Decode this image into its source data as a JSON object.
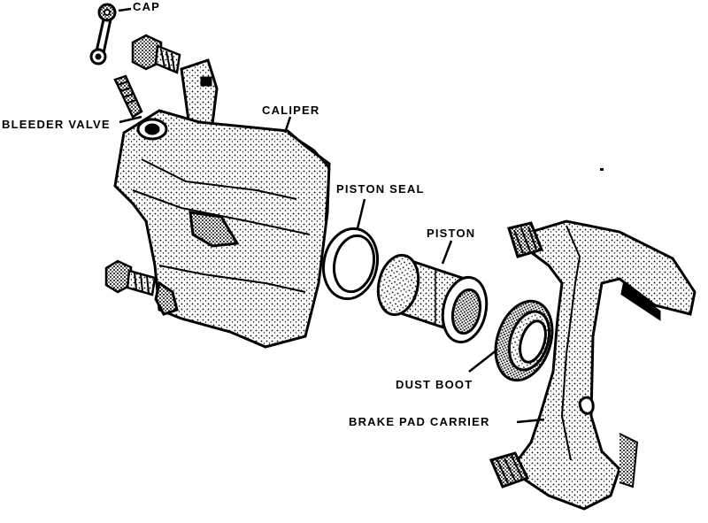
{
  "labels": {
    "cap": "CAP",
    "bleeder_valve": "BLEEDER VALVE",
    "caliper": "CALIPER",
    "piston_seal": "PISTON SEAL",
    "piston": "PISTON",
    "dust_boot": "DUST BOOT",
    "brake_pad_carrier": "BRAKE PAD CARRIER"
  },
  "colors": {
    "ink": "#000000",
    "paper": "#ffffff",
    "shade": "#9a9a9a"
  }
}
